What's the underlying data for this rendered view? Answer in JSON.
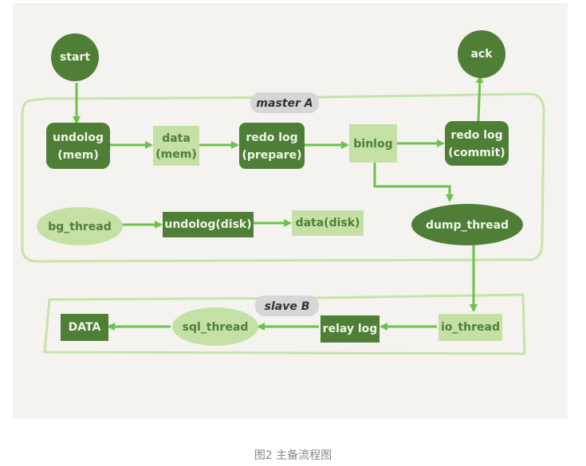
{
  "diagram": {
    "groups": {
      "master": {
        "label": "master A"
      },
      "slave": {
        "label": "slave B"
      }
    },
    "nodes": {
      "start": {
        "label": "start"
      },
      "ack": {
        "label": "ack"
      },
      "undolog_mem": {
        "line1": "undolog",
        "line2": "(mem)"
      },
      "data_mem": {
        "line1": "data",
        "line2": "(mem)"
      },
      "redo_prepare": {
        "line1": "redo log",
        "line2": "(prepare)"
      },
      "binlog": {
        "label": "binlog"
      },
      "redo_commit": {
        "line1": "redo log",
        "line2": "(commit)"
      },
      "bg_thread": {
        "label": "bg_thread"
      },
      "undolog_disk": {
        "label": "undolog(disk)"
      },
      "data_disk": {
        "label": "data(disk)"
      },
      "dump_thread": {
        "label": "dump_thread"
      },
      "io_thread": {
        "label": "io_thread"
      },
      "relay_log": {
        "label": "relay log"
      },
      "sql_thread": {
        "label": "sql_thread"
      },
      "data_final": {
        "label": "DATA"
      }
    },
    "colors": {
      "dark": "#4f7f37",
      "light": "#c5e0a5",
      "arrow": "#6cc24a",
      "group_border": "#c6e3a9",
      "group_label_bg": "#d6d6d6",
      "dark_text": "#eef6e6",
      "light_text": "#4f7f37"
    }
  },
  "caption": "图2 主备流程图"
}
